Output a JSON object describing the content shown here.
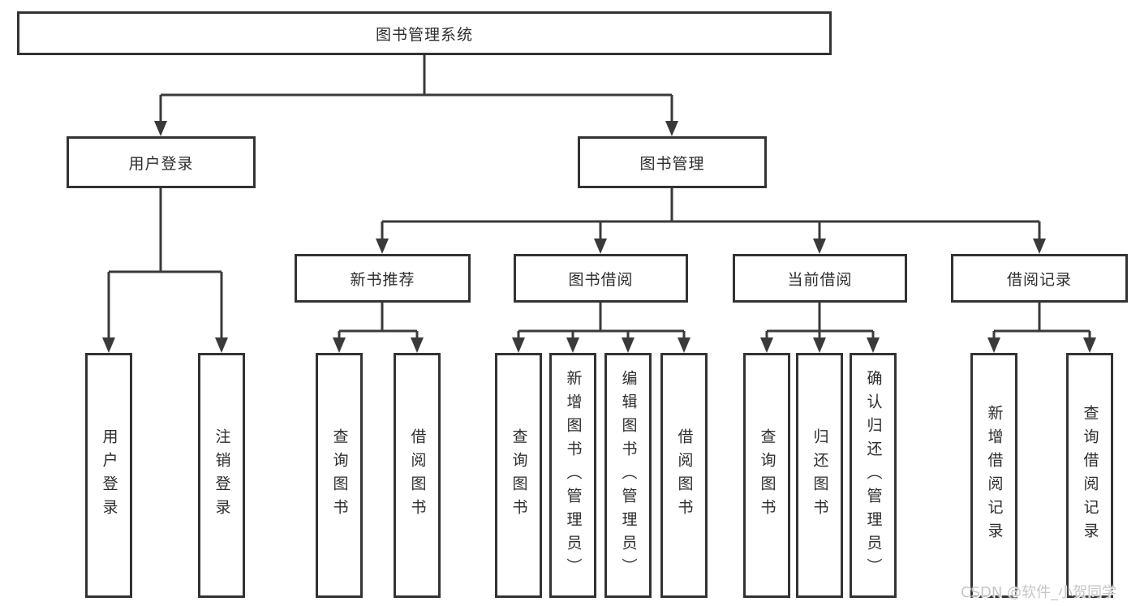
{
  "diagram": {
    "root": {
      "label": "图书管理系统"
    },
    "level2": [
      {
        "label": "用户登录"
      },
      {
        "label": "图书管理"
      }
    ],
    "level3": [
      {
        "label": "新书推荐"
      },
      {
        "label": "图书借阅"
      },
      {
        "label": "当前借阅"
      },
      {
        "label": "借阅记录"
      }
    ],
    "leaves": [
      {
        "label": "用户登录"
      },
      {
        "label": "注销登录"
      },
      {
        "label": "查询图书"
      },
      {
        "label": "借阅图书"
      },
      {
        "label": "查询图书"
      },
      {
        "label": "新增图书（管理员）"
      },
      {
        "label": "编辑图书（管理员）"
      },
      {
        "label": "借阅图书"
      },
      {
        "label": "查询图书"
      },
      {
        "label": "归还图书"
      },
      {
        "label": "确认归还（管理员）"
      },
      {
        "label": "新增借阅记录"
      },
      {
        "label": "查询借阅记录"
      }
    ],
    "watermark": "CSDN @软件_小贺同学",
    "colors": {
      "line": "#3a3a3a",
      "box_border": "#333333",
      "text": "#2d2d2d",
      "background": "#ffffff",
      "watermark": "#c6c6c6"
    }
  }
}
